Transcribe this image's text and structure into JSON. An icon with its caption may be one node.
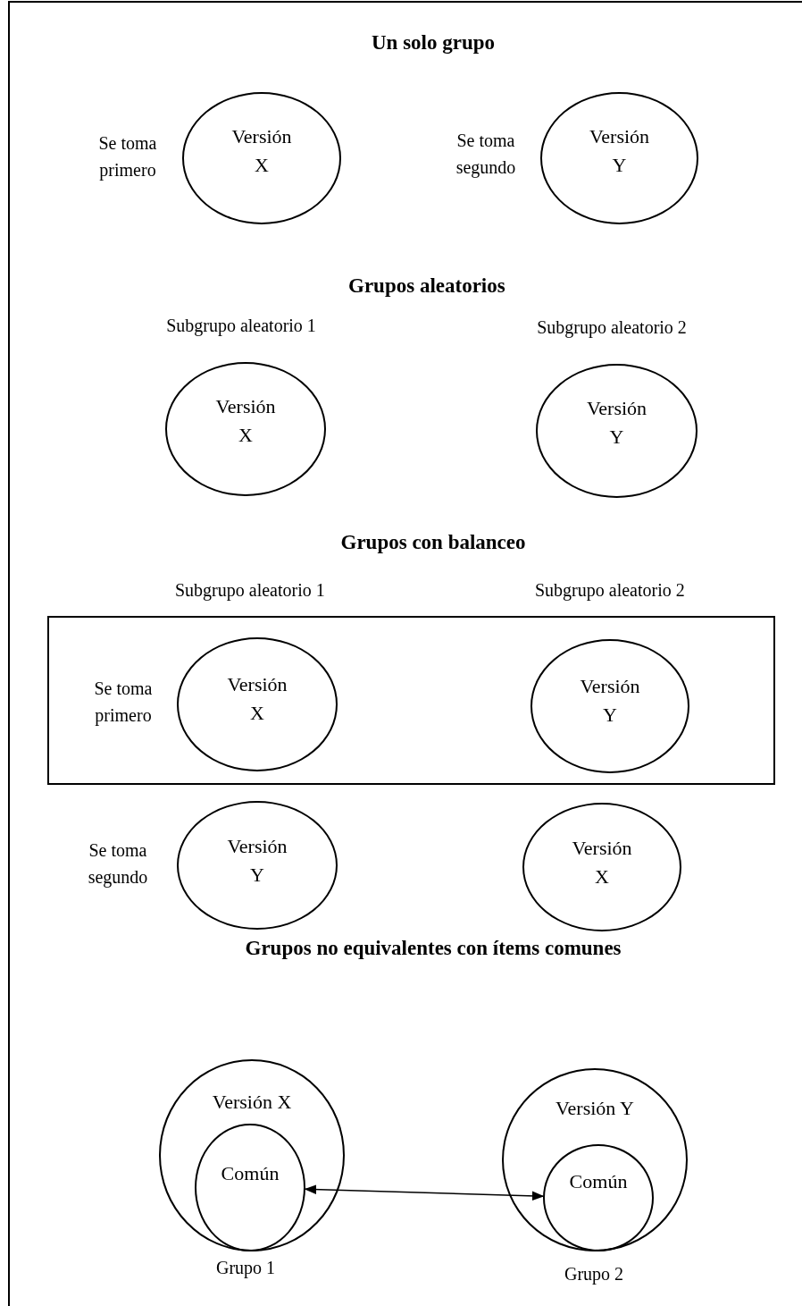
{
  "diagram": {
    "nodes": [
      {
        "text": [
          "Versión X"
        ],
        "beside": [
          "Se toma primero"
        ]
      },
      {
        "text": [
          "Versión Y"
        ],
        "beside": [
          "Se toma segundo"
        ]
      },
      {
        "text": [
          "Versión X"
        ],
        "beside": [
          "Subgrupo aleatorio 1"
        ]
      },
      {
        "text": [
          "Versión Y"
        ],
        "beside": [
          "Subgrupo aleatorio 2"
        ]
      },
      {
        "text": [],
        "shape": "box"
      },
      {
        "text": [
          "Versión X"
        ],
        "in": 4,
        "beside": [
          "Se toma primero"
        ]
      },
      {
        "text": [
          "Versión Y"
        ],
        "in": 4
      },
      {
        "text": [
          "Versión Y"
        ],
        "beside": [
          "Se toma segundo"
        ]
      },
      {
        "text": [
          "Versión X"
        ]
      },
      {
        "text": [
          "Versión X"
        ],
        "beside": [
          "Grupo 1"
        ]
      },
      {
        "text": [
          "Común"
        ],
        "in": 9
      },
      {
        "text": [
          "Versión Y"
        ],
        "beside": [
          "Grupo 2"
        ]
      },
      {
        "text": [
          "Común"
        ],
        "in": 11
      }
    ],
    "edges": [
      {
        "from": 10,
        "to": 12,
        "arrow": "both"
      }
    ],
    "labels": [
      "Un solo grupo",
      "Grupos aleatorios",
      "Grupos con balanceo",
      "Subgrupo aleatorio 1",
      "Subgrupo aleatorio 2",
      "Grupos no equivalentes con ítems comunes"
    ]
  }
}
